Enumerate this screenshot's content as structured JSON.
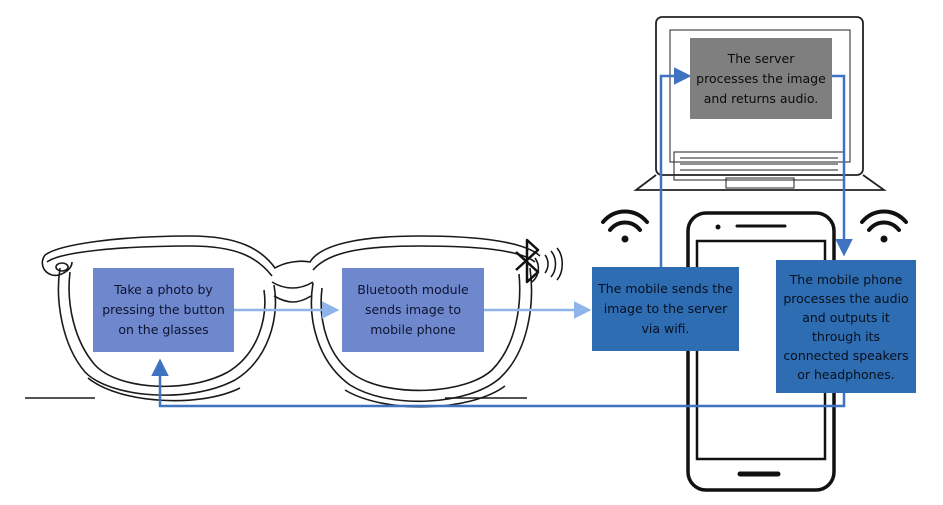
{
  "steps": {
    "take_photo": "Take a photo by\npressing the button\non the glasses",
    "bluetooth": "Bluetooth module\nsends image to\nmobile phone",
    "mobile_send": "The mobile sends the\nimage to the server\nvia wifi.",
    "server": "The server\nprocesses the image\nand returns audio.",
    "mobile_output": "The mobile phone\nprocesses the audio\nand outputs it\nthrough its\nconnected speakers\nor headphones."
  },
  "icons": [
    "glasses-icon",
    "bluetooth-icon",
    "wifi-icon",
    "laptop-icon",
    "smartphone-icon"
  ],
  "colors": {
    "glasses_box": "#6f87cc",
    "mobile_box": "#2f6db3",
    "server_box": "#7f7f7f",
    "light_arrow": "#8fb4ea",
    "dark_arrow": "#3f72c0"
  }
}
